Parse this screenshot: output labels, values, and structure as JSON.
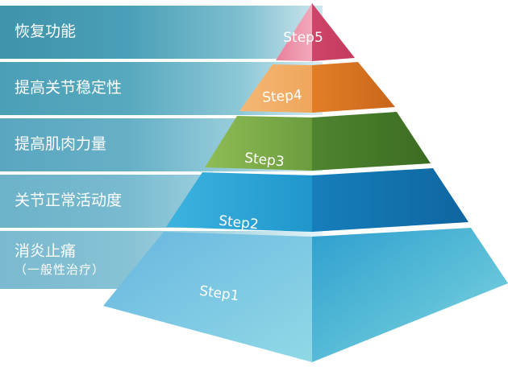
{
  "levels": [
    {
      "step": "Step5",
      "label": "恢复功能"
    },
    {
      "step": "Step4",
      "label": "提高关节稳定性"
    },
    {
      "step": "Step3",
      "label": "提高肌肉力量"
    },
    {
      "step": "Step2",
      "label": "关节正常活动度"
    },
    {
      "step": "Step1",
      "label": "消炎止痛",
      "sublabel": "（一般性治疗）"
    }
  ],
  "colors": {
    "step5": "#e8728f",
    "step4": "#f0a65c",
    "step3": "#6fa043",
    "step2": "#2a9fcf",
    "step1": "#6fc0d8"
  }
}
